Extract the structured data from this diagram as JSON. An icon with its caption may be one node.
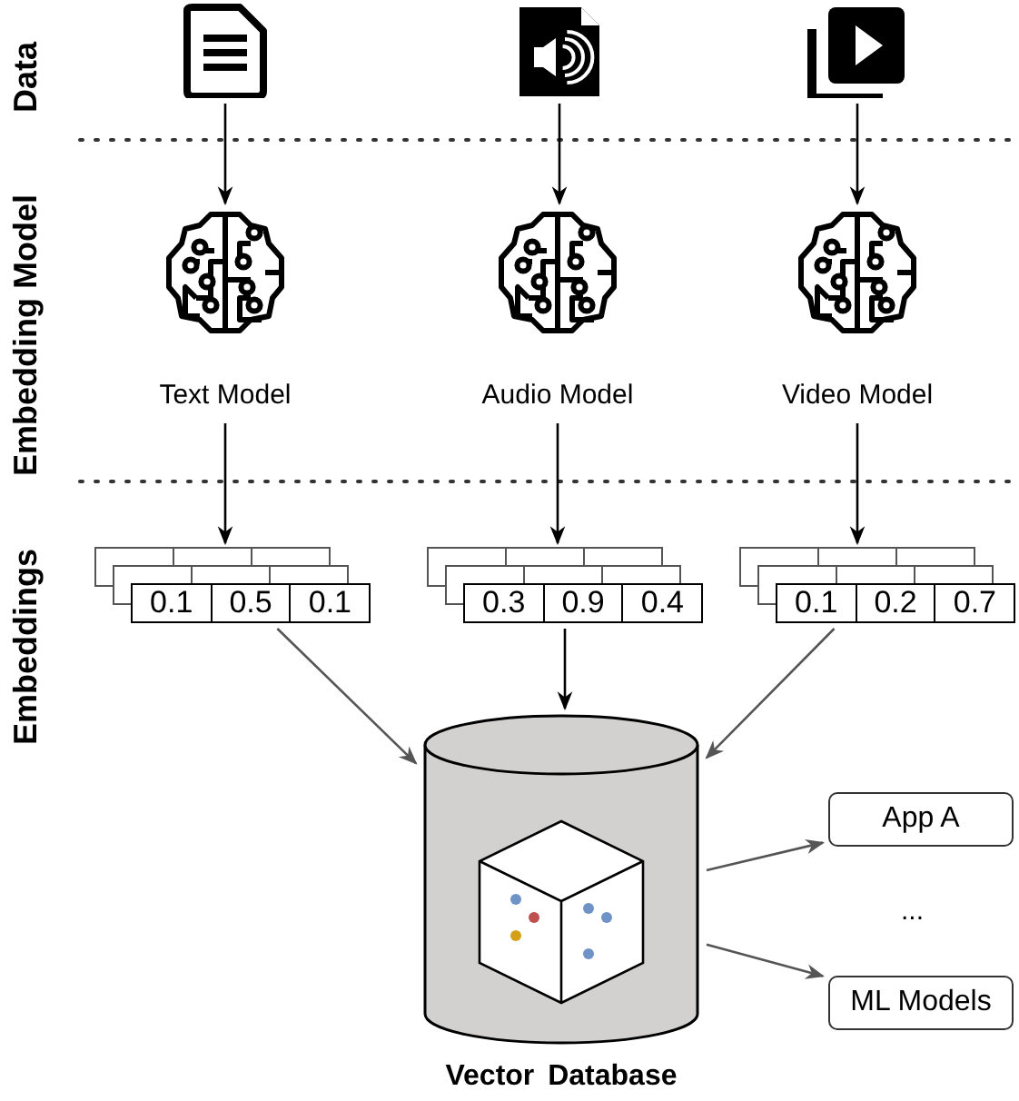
{
  "diagram": {
    "nodes": [
      {
        "text": [],
        "shape": "document"
      },
      {
        "text": [],
        "shape": "speaker"
      },
      {
        "text": [],
        "shape": "play"
      },
      {
        "text": [
          "Text Model"
        ]
      },
      {
        "text": [
          "Audio Model"
        ]
      },
      {
        "text": [
          "Video Model"
        ]
      },
      {
        "text": [
          "0.1",
          "0.5",
          "0.1"
        ]
      },
      {
        "text": [
          "0.3",
          "0.9",
          "0.4"
        ]
      },
      {
        "text": [
          "0.1",
          "0.2",
          "0.7"
        ]
      },
      {
        "text": [
          "Vector Database"
        ]
      },
      {
        "text": [
          "App A"
        ]
      },
      {
        "text": [
          "ML Models"
        ]
      }
    ],
    "edges": [
      {
        "from": 0,
        "to": 3,
        "arrow": "to"
      },
      {
        "from": 1,
        "to": 4,
        "arrow": "to"
      },
      {
        "from": 2,
        "to": 5,
        "arrow": "to"
      },
      {
        "from": 3,
        "to": 6,
        "arrow": "to"
      },
      {
        "from": 4,
        "to": 7,
        "arrow": "to"
      },
      {
        "from": 5,
        "to": 8,
        "arrow": "to"
      },
      {
        "from": 6,
        "to": 9,
        "arrow": "to",
        "color": "#555555"
      },
      {
        "from": 7,
        "to": 9,
        "arrow": "to"
      },
      {
        "from": 8,
        "to": 9,
        "arrow": "to",
        "color": "#555555"
      },
      {
        "from": 9,
        "to": 10,
        "arrow": "to",
        "color": "#555555"
      },
      {
        "from": 9,
        "to": 11,
        "arrow": "to",
        "color": "#555555"
      }
    ],
    "labels": [
      "Data",
      "Embedding Model",
      "Embeddings",
      "..."
    ]
  }
}
